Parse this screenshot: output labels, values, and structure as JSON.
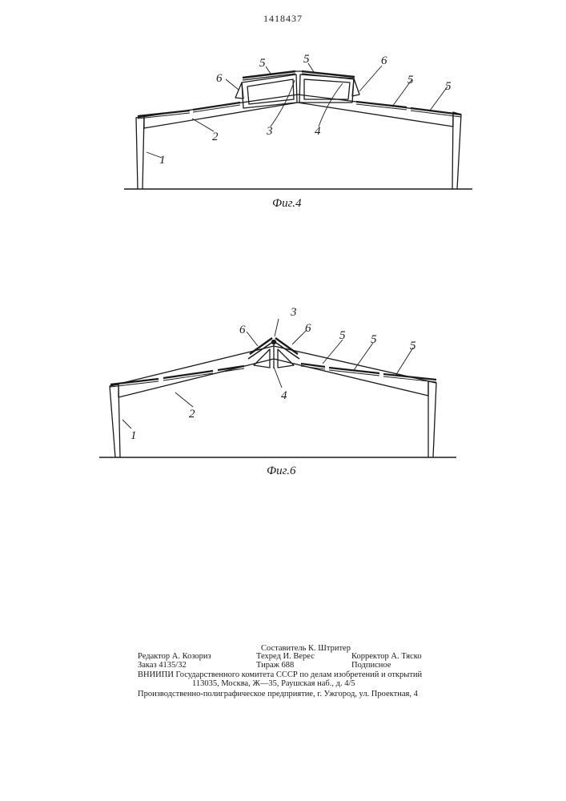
{
  "patent_number": "1418437",
  "figures": [
    {
      "caption": "Фиг.4",
      "labels": {
        "frame": "1",
        "beam": "2",
        "lantern_frame": "3",
        "lantern_glazing": "4",
        "panel": "5",
        "flap": "6"
      }
    },
    {
      "caption": "Фиг.6",
      "labels": {
        "frame": "1",
        "beam": "2",
        "ridge": "3",
        "glazing": "4",
        "panel": "5",
        "flap": "6"
      }
    }
  ],
  "imprint": {
    "compiler": "Составитель К. Штритер",
    "editor": "Редактор А. Козориз",
    "techred": "Техред И. Верес",
    "corrector": "Корректор А. Тяско",
    "order": "Заказ 4135/32",
    "circulation": "Тираж 688",
    "subscription": "Подписное",
    "org_line": "ВНИИПИ Государственного комитета СССР по делам изобретений и открытий",
    "address_line": "113035, Москва, Ж—35, Раушская наб., д. 4/5",
    "printer_line": "Производственно-полиграфическое предприятие, г. Ужгород, ул. Проектная, 4"
  }
}
